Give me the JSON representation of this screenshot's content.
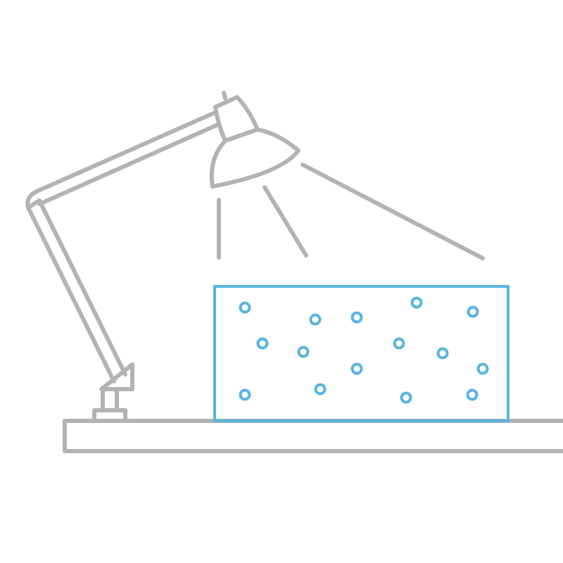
{
  "scene": {
    "objects": [
      "desk",
      "desk-lamp",
      "light-beams",
      "container"
    ],
    "line_color": "#b3b3b3",
    "accent_color": "#5ab4e0",
    "background_color": "#ffffff",
    "particle_count": 16
  }
}
